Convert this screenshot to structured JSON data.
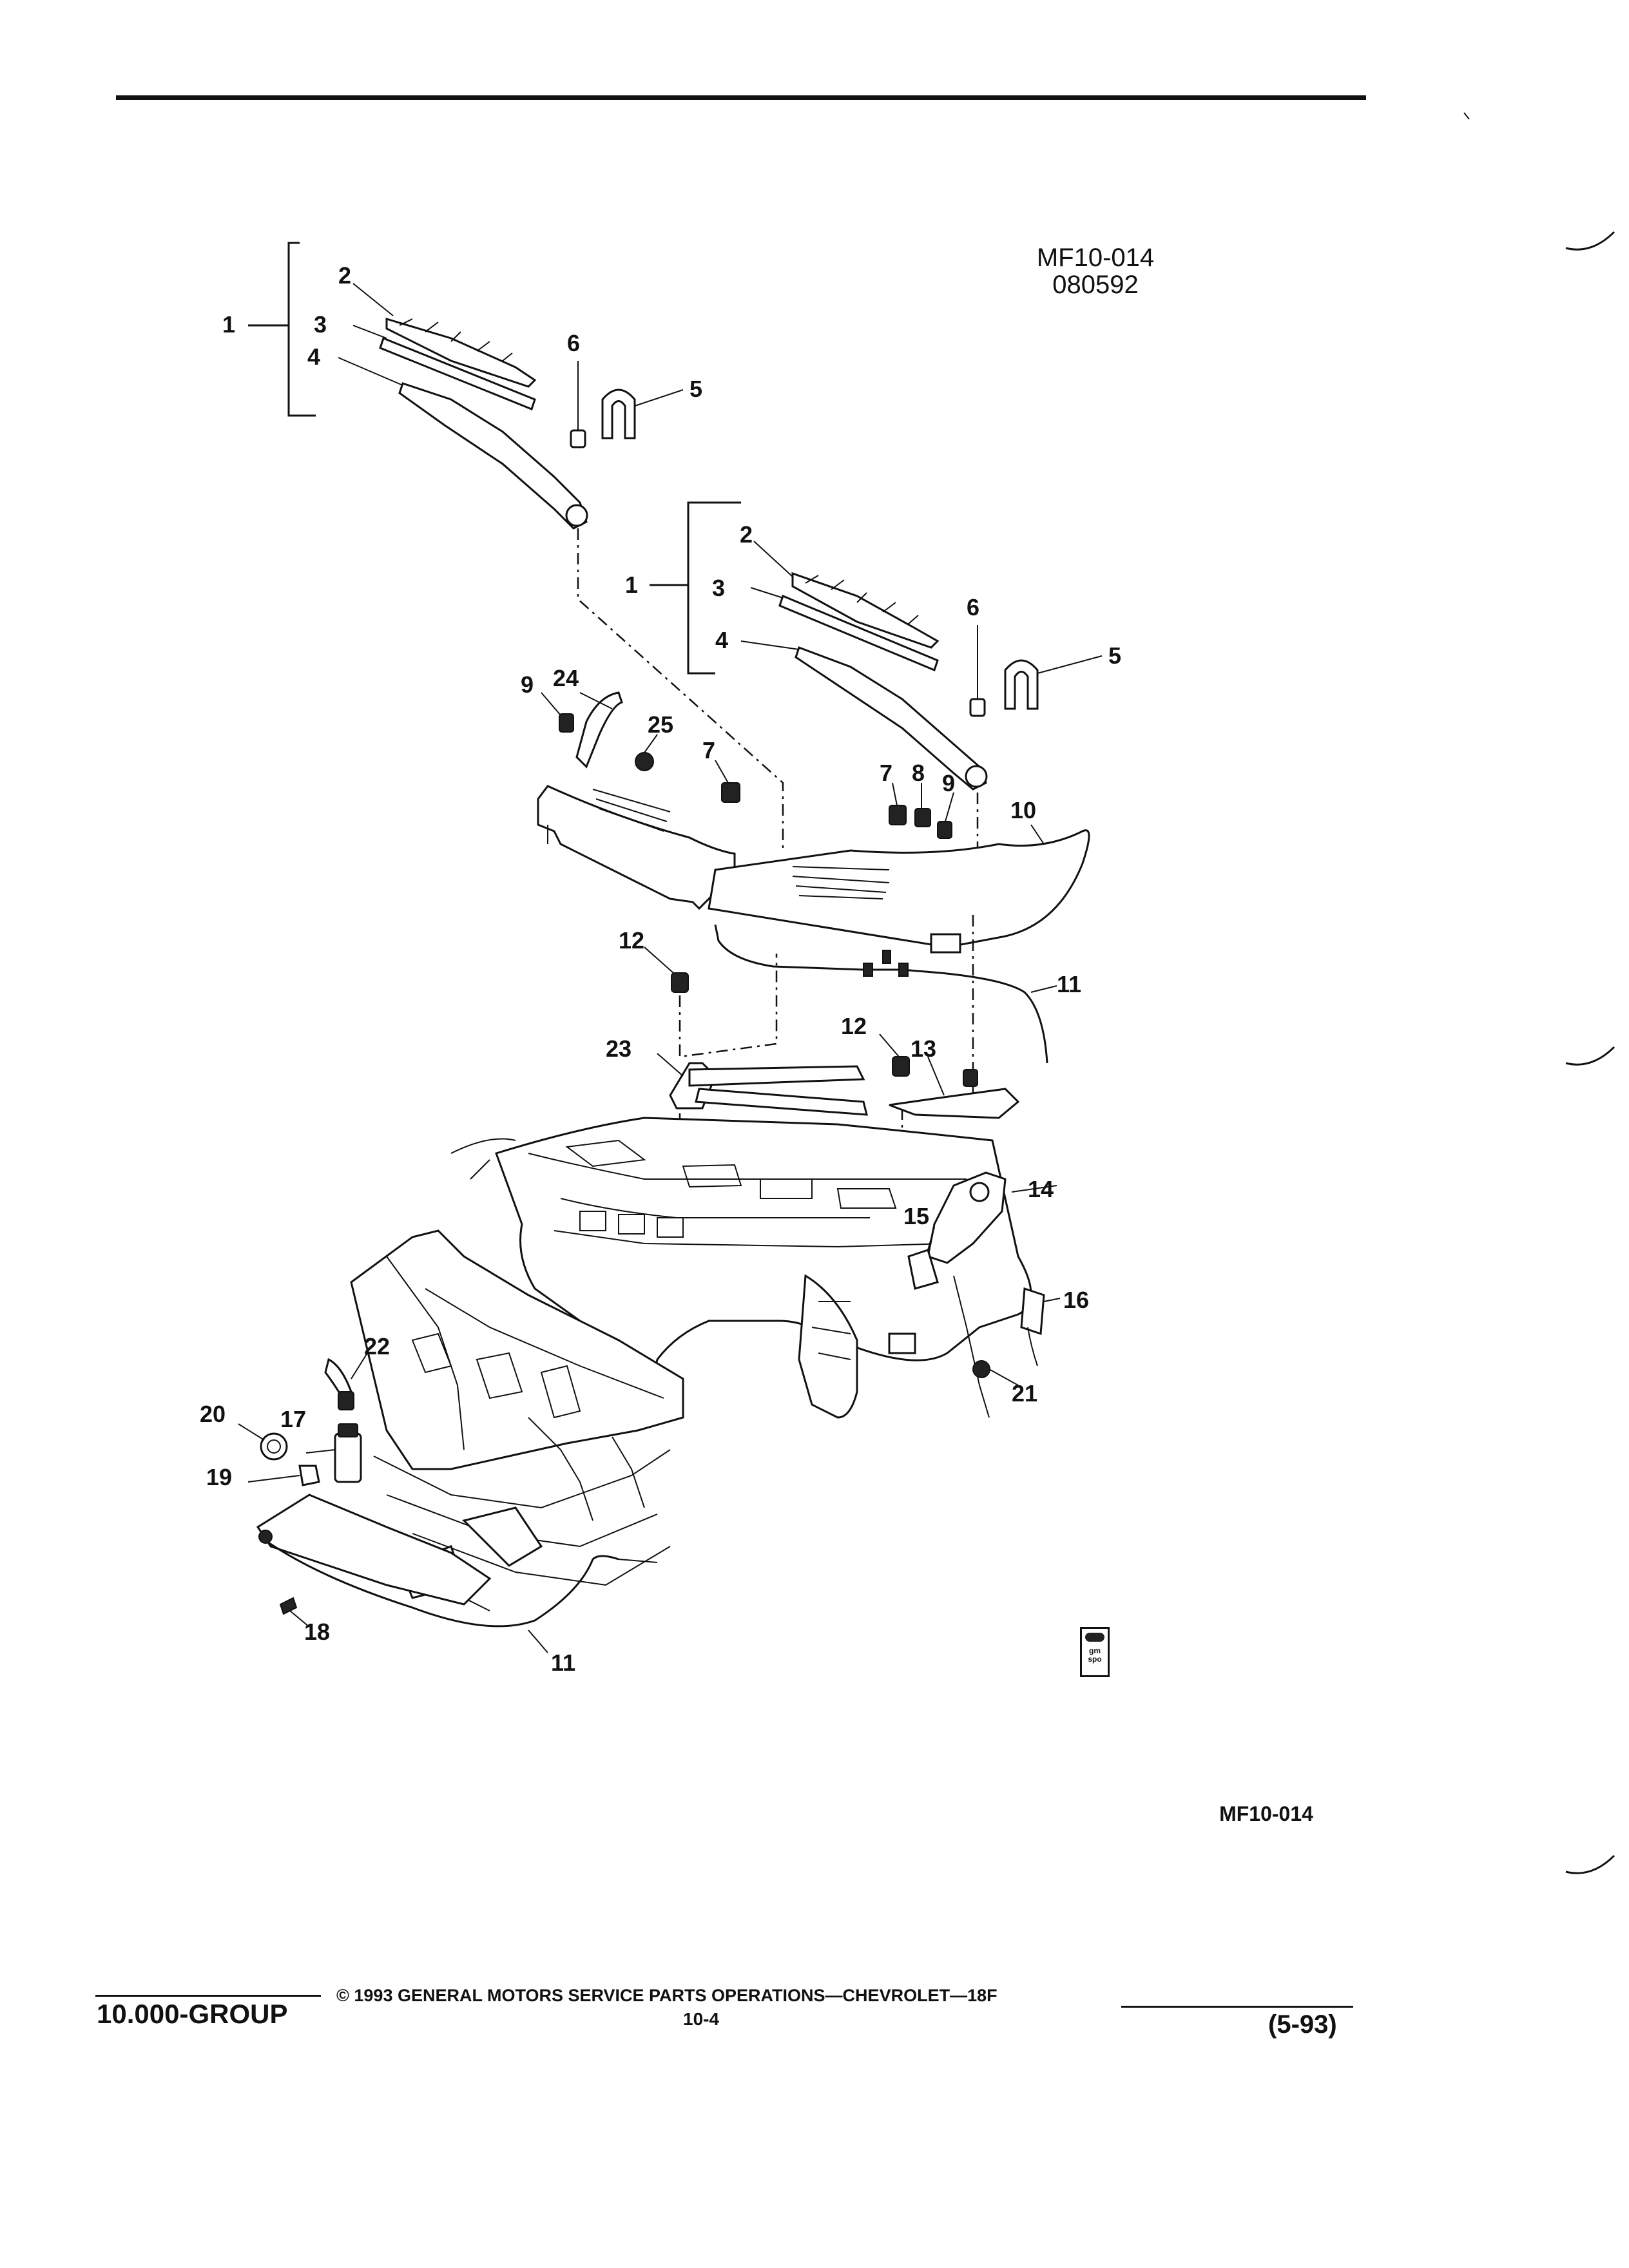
{
  "header": {
    "figure_code": "MF10-014",
    "figure_date": "080592"
  },
  "diagram": {
    "callouts": [
      "1",
      "2",
      "3",
      "4",
      "5",
      "6",
      "1",
      "2",
      "3",
      "4",
      "5",
      "6",
      "9",
      "24",
      "25",
      "7",
      "7",
      "8",
      "9",
      "10",
      "12",
      "11",
      "12",
      "13",
      "23",
      "14",
      "15",
      "16",
      "22",
      "17",
      "20",
      "21",
      "19",
      "18",
      "11"
    ]
  },
  "bottom_code": "MF10-014",
  "logo_text": "gm spo",
  "footer": {
    "group": "10.000-GROUP",
    "copyright": "© 1993 GENERAL MOTORS SERVICE PARTS OPERATIONS—CHEVROLET—18F",
    "page": "10-4",
    "revision": "(5-93)"
  }
}
